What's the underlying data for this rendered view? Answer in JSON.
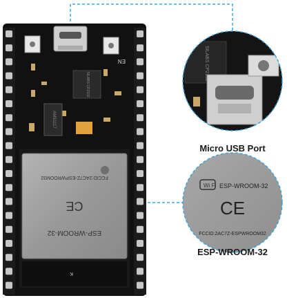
{
  "labels": {
    "usb_port": "Micro USB Port",
    "module": "ESP-WROOM-32"
  },
  "board_text": {
    "en_button": "EN",
    "regulator": "AMS1117",
    "usb_chip": "SILABS CP2102",
    "module_name": "ESP-WROOM-32",
    "fcc_id": "FCCID:2AC7Z-ESPWROOM32",
    "ce_mark": "CE",
    "antenna_k": "K"
  },
  "colors": {
    "callout_line": "#3aa6dd",
    "pcb": "#111111",
    "shield": "#9c9c9c"
  }
}
